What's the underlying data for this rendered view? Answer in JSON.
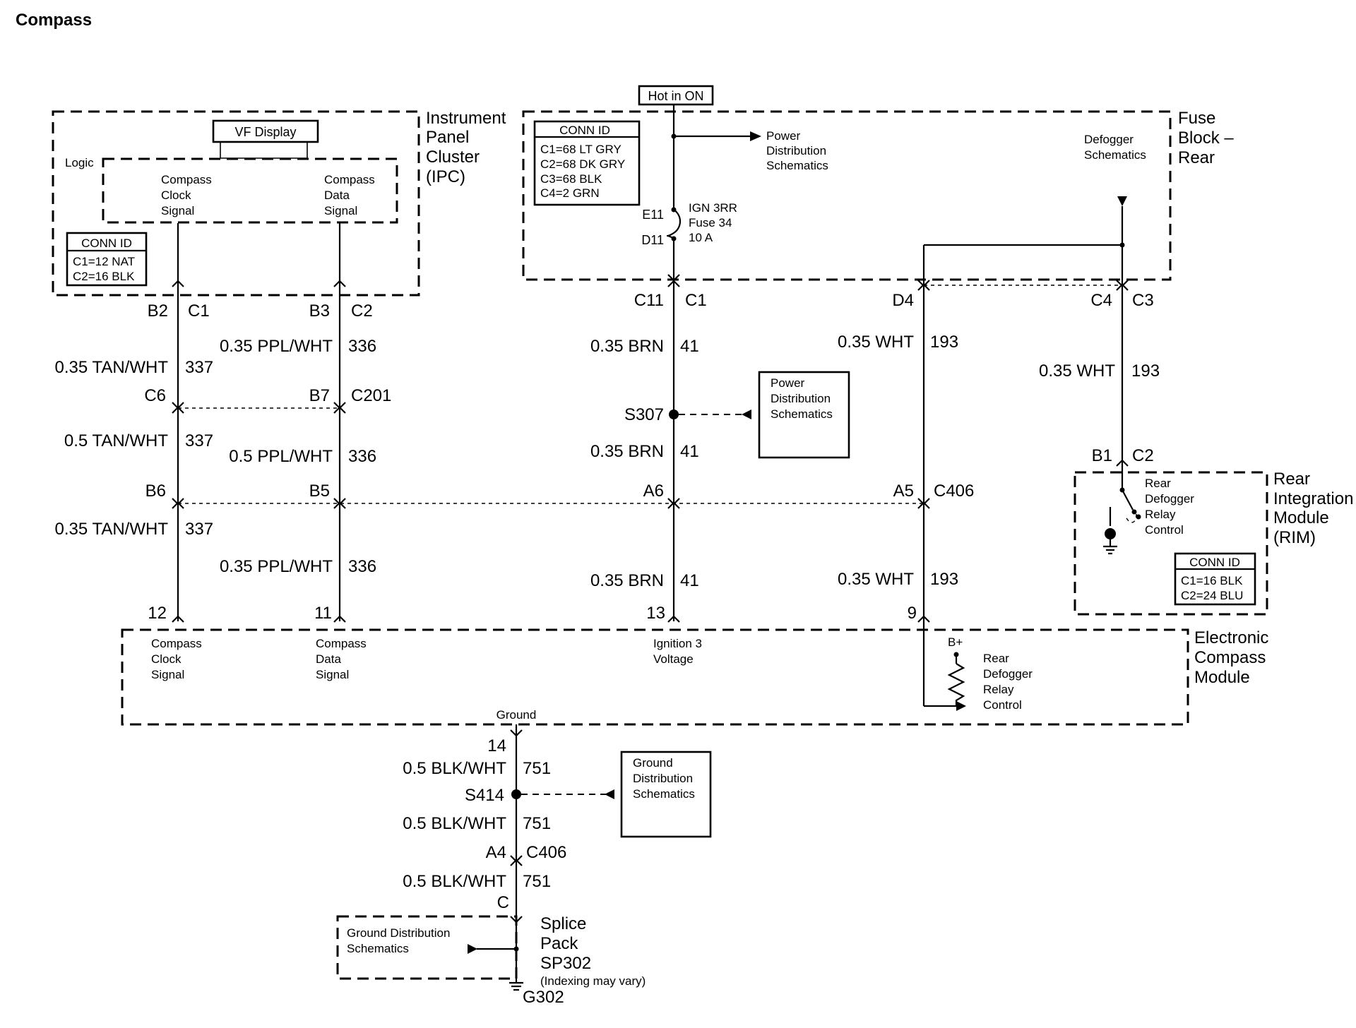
{
  "title": "Compass",
  "modules": {
    "ipc": {
      "name": [
        "Instrument",
        "Panel",
        "Cluster",
        "(IPC)"
      ],
      "vf_display": "VF Display",
      "logic": "Logic",
      "clock_signal": [
        "Compass",
        "Clock",
        "Signal"
      ],
      "data_signal": [
        "Compass",
        "Data",
        "Signal"
      ],
      "conn_id": {
        "header": "CONN ID",
        "lines": [
          "C1=12 NAT",
          "C2=16 BLK"
        ]
      }
    },
    "fuse_block": {
      "name": [
        "Fuse",
        "Block –",
        "Rear"
      ],
      "hot": "Hot in ON",
      "conn_id": {
        "header": "CONN ID",
        "lines": [
          "C1=68 LT GRY",
          "C2=68 DK GRY",
          "C3=68 BLK",
          "C4=2 GRN"
        ]
      },
      "power_dist": [
        "Power",
        "Distribution",
        "Schematics"
      ],
      "defogger": [
        "Defogger",
        "Schematics"
      ],
      "fuse": [
        "IGN 3RR",
        "Fuse 34",
        "10 A"
      ],
      "fuse_top": "E11",
      "fuse_bottom": "D11"
    },
    "rim": {
      "name": [
        "Rear",
        "Integration",
        "Module",
        "(RIM)"
      ],
      "relay": [
        "Rear",
        "Defogger",
        "Relay",
        "Control"
      ],
      "conn_id": {
        "header": "CONN ID",
        "lines": [
          "C1=16 BLK",
          "C2=24 BLU"
        ]
      }
    },
    "ecm": {
      "name": [
        "Electronic",
        "Compass",
        "Module"
      ],
      "clock_signal": [
        "Compass",
        "Clock",
        "Signal"
      ],
      "data_signal": [
        "Compass",
        "Data",
        "Signal"
      ],
      "ignition": [
        "Ignition 3",
        "Voltage"
      ],
      "bplus": "B+",
      "relay": [
        "Rear",
        "Defogger",
        "Relay",
        "Control"
      ],
      "ground": "Ground"
    },
    "power_ref": [
      "Power",
      "Distribution",
      "Schematics"
    ],
    "ground_ref": [
      "Ground",
      "Distribution",
      "Schematics"
    ],
    "splice": {
      "name": [
        "Splice",
        "Pack",
        "SP302"
      ],
      "note": "(Indexing may vary)",
      "ground_ref": [
        "Ground Distribution",
        "Schematics"
      ],
      "ground": "G302"
    }
  },
  "wires": {
    "w1": {
      "top": [
        "B2",
        "C1"
      ],
      "seg1": [
        "0.35 TAN/WHT",
        "337"
      ],
      "mid1": [
        "C6"
      ],
      "seg2": [
        "0.5 TAN/WHT",
        "337"
      ],
      "mid2": [
        "B6"
      ],
      "seg3": [
        "0.35 TAN/WHT",
        "337"
      ],
      "pin": "12"
    },
    "w2": {
      "top": [
        "B3",
        "C2"
      ],
      "seg1": [
        "0.35 PPL/WHT",
        "336"
      ],
      "mid1": [
        "B7",
        "C201"
      ],
      "seg2": [
        "0.5 PPL/WHT",
        "336"
      ],
      "mid2": [
        "B5"
      ],
      "seg3": [
        "0.35 PPL/WHT",
        "336"
      ],
      "pin": "11"
    },
    "w3": {
      "top": [
        "C11",
        "C1"
      ],
      "seg1": [
        "0.35 BRN",
        "41"
      ],
      "splice": "S307",
      "seg2": [
        "0.35 BRN",
        "41"
      ],
      "mid2": [
        "A6"
      ],
      "seg3": [
        "0.35 BRN",
        "41"
      ],
      "pin": "13"
    },
    "w4": {
      "top": [
        "D4"
      ],
      "seg1": [
        "0.35 WHT",
        "193"
      ],
      "mid2": [
        "A5",
        "C406"
      ],
      "seg3": [
        "0.35 WHT",
        "193"
      ],
      "pin": "9"
    },
    "w5": {
      "top": [
        "C4",
        "C3"
      ],
      "seg1": [
        "0.35 WHT",
        "193"
      ],
      "bottom": [
        "B1",
        "C2"
      ]
    },
    "ground": {
      "pin": "14",
      "seg1": [
        "0.5 BLK/WHT",
        "751"
      ],
      "splice": "S414",
      "seg2": [
        "0.5 BLK/WHT",
        "751"
      ],
      "conn": [
        "A4",
        "C406"
      ],
      "seg3": [
        "0.5 BLK/WHT",
        "751"
      ],
      "pin_c": "C"
    }
  }
}
